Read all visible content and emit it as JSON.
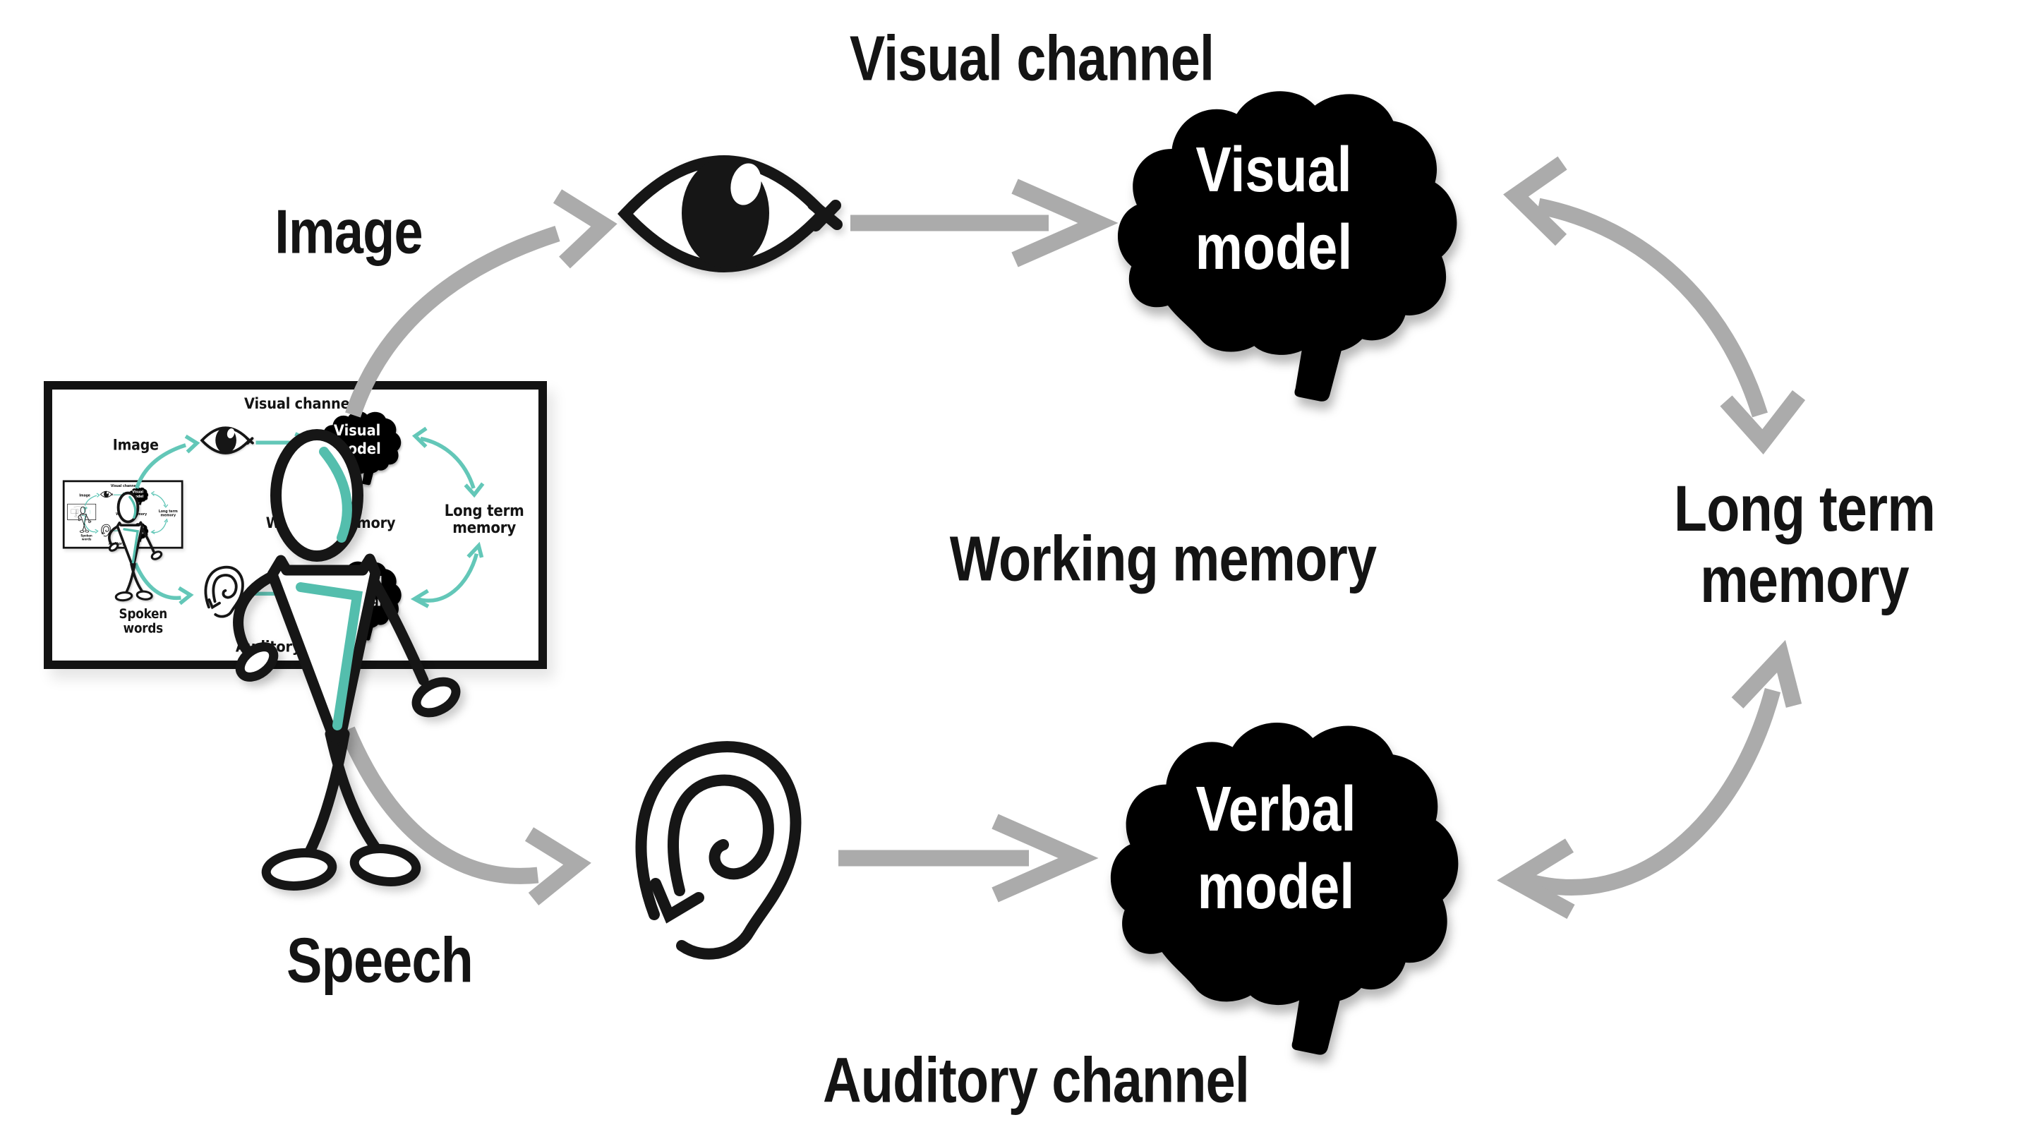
{
  "labels": {
    "visual_channel": "Visual channel",
    "image": "Image",
    "working_memory": "Working memory",
    "long_term_line1": "Long term",
    "long_term_line2": "memory",
    "speech": "Speech",
    "spoken_line1": "Spoken",
    "spoken_line2": "words",
    "auditory_channel": "Auditory channel",
    "visual_model_line1": "Visual",
    "visual_model_line2": "model",
    "verbal_model_line1": "Verbal",
    "verbal_model_line2": "model"
  },
  "colors": {
    "background": "#FFFFFF",
    "ink": "#161616",
    "brain_fill": "#54BEAD",
    "gray_arrow": "#ABABAB",
    "teal_arrow": "#63C7B8"
  },
  "icons": {
    "eye": "eye-icon",
    "ear": "ear-icon",
    "visual_brain": "brain-icon",
    "verbal_brain": "brain-icon",
    "presenter": "stick-figure-icon",
    "frame": "nested-diagram-frame-icon"
  }
}
